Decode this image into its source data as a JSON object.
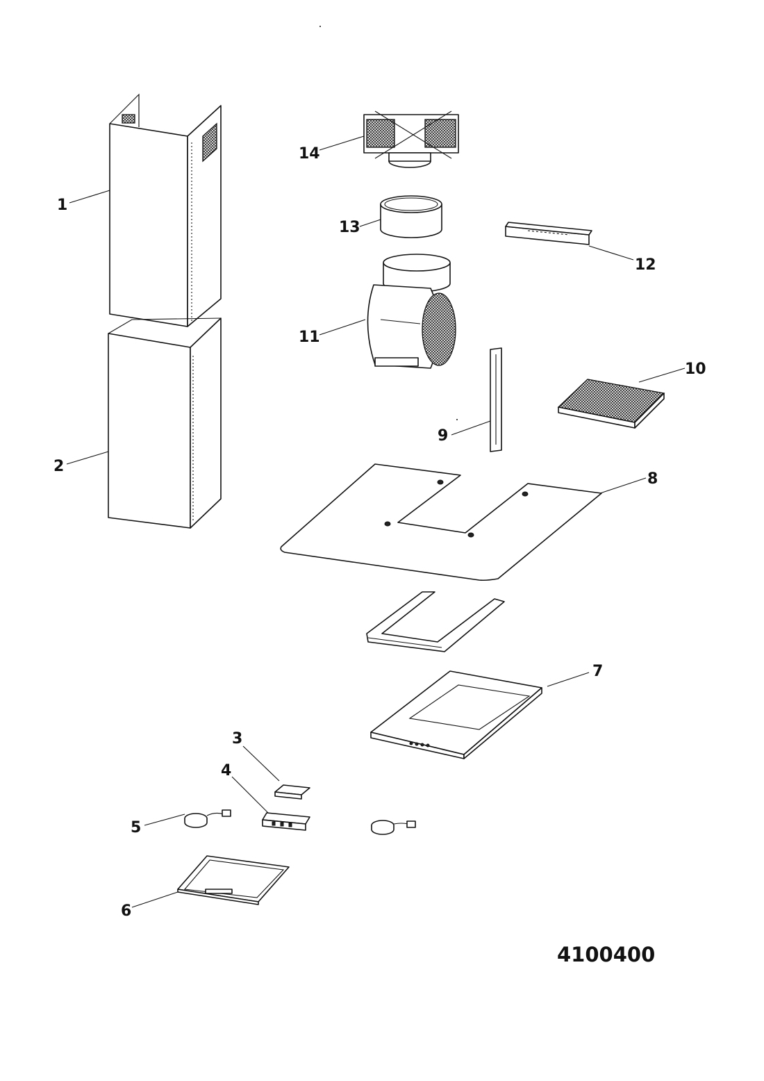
{
  "diagram": {
    "drawing_number": "4100400",
    "callouts": {
      "c1": "1",
      "c2": "2",
      "c3": "3",
      "c4": "4",
      "c5": "5",
      "c6": "6",
      "c7": "7",
      "c8": "8",
      "c9": "9",
      "c10": "10",
      "c11": "11",
      "c12": "12",
      "c13": "13",
      "c14": "14"
    }
  }
}
